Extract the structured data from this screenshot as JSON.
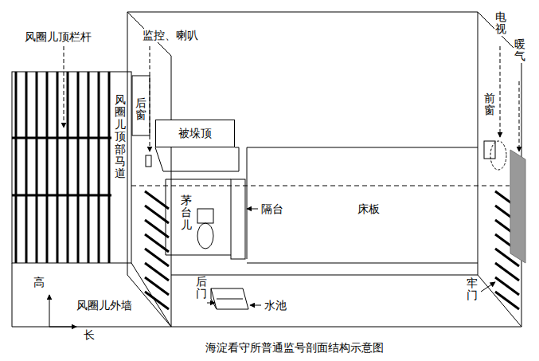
{
  "diagram": {
    "caption": "海淀看守所普通监号剖面结构示意图",
    "nodes": [
      {
        "text": [
          "被垛顶"
        ]
      }
    ],
    "labels": [
      "风圈儿顶栏杆",
      "监控、喇叭",
      "电视",
      "暖气",
      "风圈儿顶部马道",
      "后窗",
      "前窗",
      "茅台儿",
      "隔台",
      "床板",
      "高",
      "长",
      "风圈儿外墙",
      "后门",
      "水池",
      "牢门"
    ]
  }
}
